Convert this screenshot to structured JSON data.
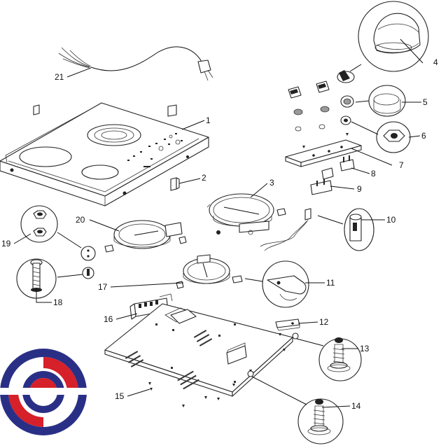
{
  "diagram": {
    "labels": {
      "p1": "1",
      "p2": "2",
      "p3": "3",
      "p4": "4",
      "p5": "5",
      "p6": "6",
      "p7": "7",
      "p8": "8",
      "p9": "9",
      "p10": "10",
      "p11": "11",
      "p12": "12",
      "p13": "13",
      "p14": "14",
      "p15": "15",
      "p16": "16",
      "p17": "17",
      "p18": "18",
      "p19": "19",
      "p20": "20",
      "p21": "21"
    },
    "colors": {
      "line": "#111111",
      "logo_red": "#d6202a",
      "logo_blue": "#2a2f86"
    }
  }
}
